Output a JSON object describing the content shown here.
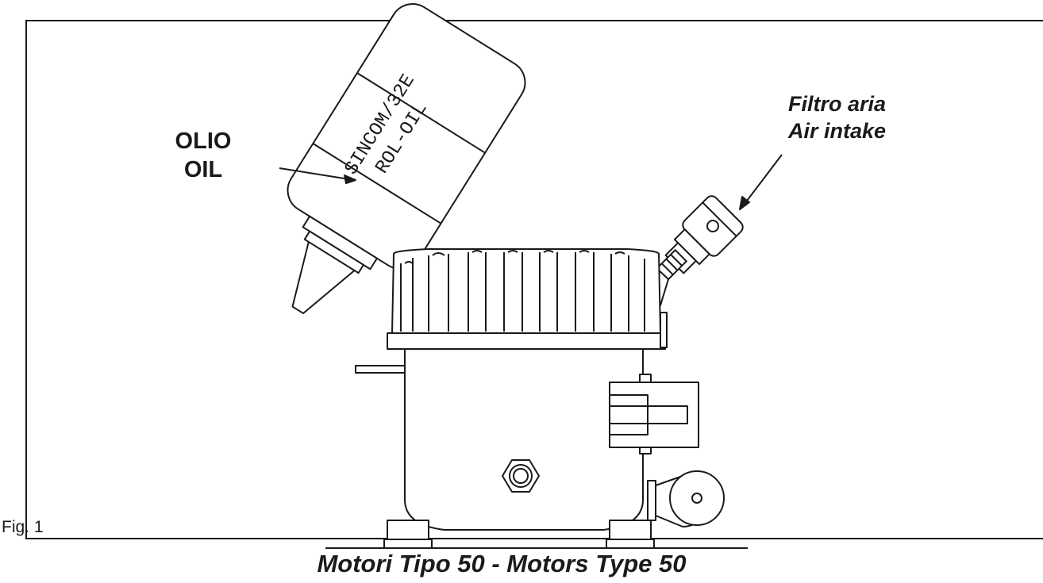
{
  "labels": {
    "oil_it": "OLIO",
    "oil_en": "OIL",
    "air_it": "Filtro aria",
    "air_en": "Air intake",
    "bottle_line1": "SINCOM/32E",
    "bottle_line2": "ROL-OIL",
    "figure_number": "Fig. 1",
    "caption": "Motori Tipo 50 - Motors Type 50"
  },
  "colors": {
    "ink": "#1a1a1a",
    "paper": "#ffffff"
  }
}
